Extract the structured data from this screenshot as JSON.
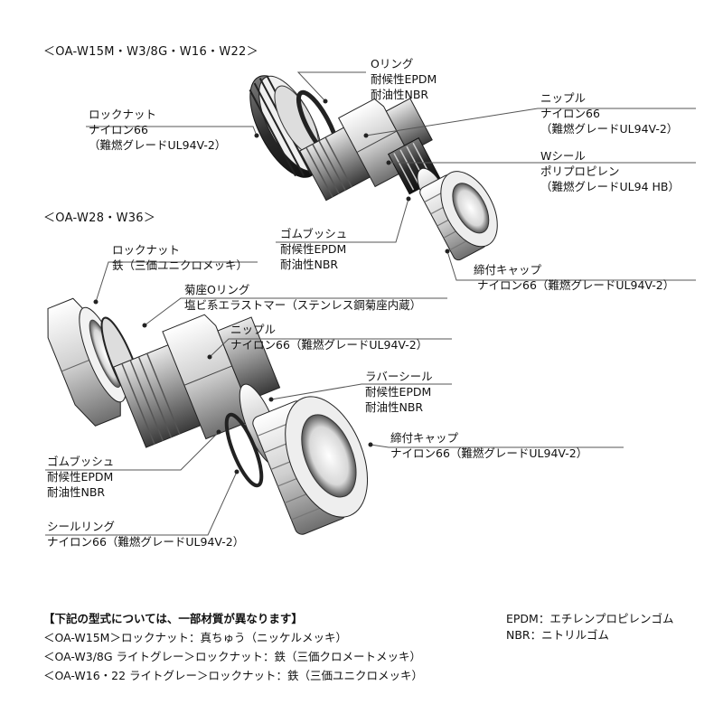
{
  "headings": {
    "group1": "＜OA-W15M・W3/8G・W16・W22＞",
    "group2": "＜OA-W28・W36＞"
  },
  "top": {
    "oring": {
      "name": "Oリング",
      "m1": "耐候性EPDM",
      "m2": "耐油性NBR"
    },
    "nipple": {
      "name": "ニップル",
      "m1": "ナイロン66",
      "m2": "（難燃グレードUL94V-2）"
    },
    "wseal": {
      "name": "Wシール",
      "m1": "ポリプロピレン",
      "m2": "（難燃グレードUL94 HB）"
    },
    "locknut": {
      "name": "ロックナット",
      "m1": "ナイロン66",
      "m2": "（難燃グレードUL94V-2）"
    },
    "bush": {
      "name": "ゴムブッシュ",
      "m1": "耐候性EPDM",
      "m2": "耐油性NBR"
    },
    "cap": {
      "name": "締付キャップ",
      "m1": "ナイロン66（難燃グレードUL94V-2）"
    }
  },
  "bottom": {
    "locknut": {
      "name": "ロックナット",
      "m1": "鉄（三価ユニクロメッキ）"
    },
    "seat": {
      "name": "菊座Oリング",
      "m1": "塩ビ系エラストマー（ステンレス鋼菊座内蔵）"
    },
    "nipple": {
      "name": "ニップル",
      "m1": "ナイロン66（難燃グレードUL94V-2）"
    },
    "rubberseal": {
      "name": "ラバーシール",
      "m1": "耐候性EPDM",
      "m2": "耐油性NBR"
    },
    "cap": {
      "name": "締付キャップ",
      "m1": "ナイロン66（難燃グレードUL94V-2）"
    },
    "bush": {
      "name": "ゴムブッシュ",
      "m1": "耐候性EPDM",
      "m2": "耐油性NBR"
    },
    "sealring": {
      "name": "シールリング",
      "m1": "ナイロン66（難燃グレードUL94V-2）"
    }
  },
  "notes": {
    "heading": "【下記の型式については、一部材質が異なります】",
    "lines": [
      "＜OA-W15M＞ロックナット：真ちゅう（ニッケルメッキ）",
      "＜OA-W3/8G ライトグレー＞ロックナット：鉄（三価クロメートメッキ）",
      "＜OA-W16・22 ライトグレー＞ロックナット：鉄（三価ユニクロメッキ）"
    ]
  },
  "legend": {
    "epdm": "EPDM：エチレンプロピレンゴム",
    "nbr": "NBR：ニトリルゴム"
  }
}
